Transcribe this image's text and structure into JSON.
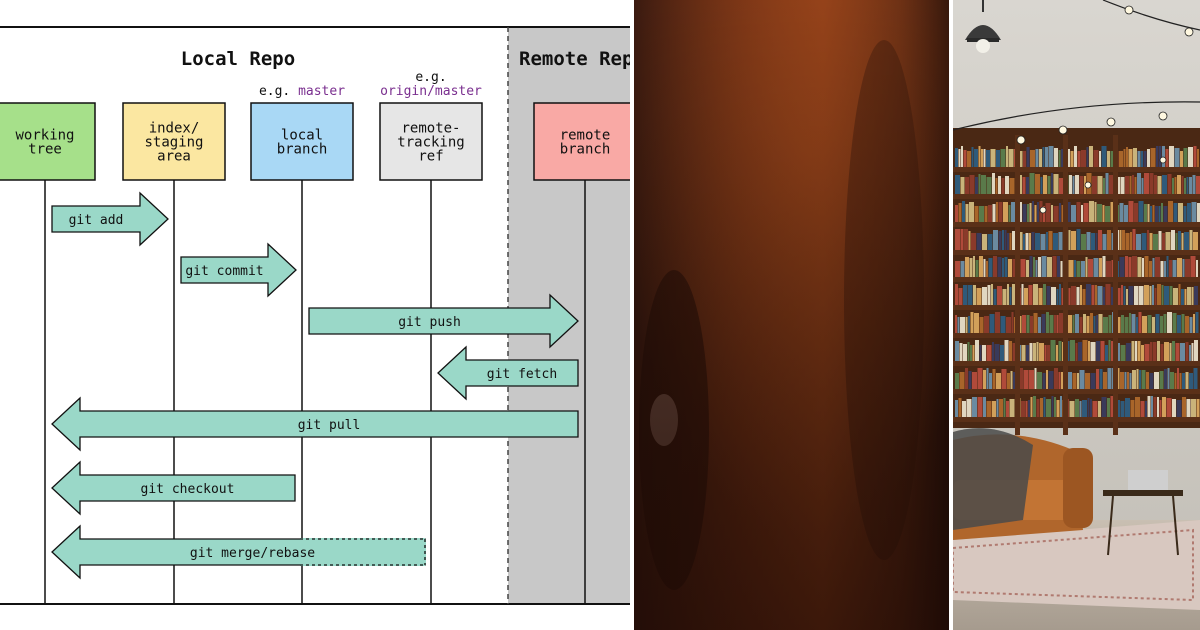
{
  "diagram": {
    "local_title": "Local Repo",
    "remote_title": "Remote Repo",
    "example_prefix": "e.g.",
    "example_local": "master",
    "example_remote": "origin/master",
    "boxes": [
      {
        "lines": [
          "working",
          "tree"
        ],
        "color": "#a6e08a"
      },
      {
        "lines": [
          "index/",
          "staging",
          "area"
        ],
        "color": "#fbe7a1"
      },
      {
        "lines": [
          "local",
          "branch"
        ],
        "color": "#a9d8f5"
      },
      {
        "lines": [
          "remote-",
          "tracking",
          "ref"
        ],
        "color": "#e6e6e6"
      },
      {
        "lines": [
          "remote",
          "branch"
        ],
        "color": "#f9a9a5"
      }
    ],
    "commands": [
      {
        "label": "git add",
        "from": 0,
        "to": 1
      },
      {
        "label": "git commit",
        "from": 1,
        "to": 2
      },
      {
        "label": "git push",
        "from": 2,
        "to": 4
      },
      {
        "label": "git fetch",
        "from": 4,
        "to": 3
      },
      {
        "label": "git pull",
        "from": 4,
        "to": 0
      },
      {
        "label": "git checkout",
        "from": 2,
        "to": 0
      },
      {
        "label": "git merge/rebase",
        "from": 3,
        "to": 0
      }
    ],
    "colors": {
      "arrow_fill": "#9ad8c8",
      "remote_area": "#c8c8c8",
      "example_text": "#7a2f8f"
    }
  },
  "photos": {
    "left": "blurred-hair-photo",
    "right": "library-bookshelf-photo"
  }
}
